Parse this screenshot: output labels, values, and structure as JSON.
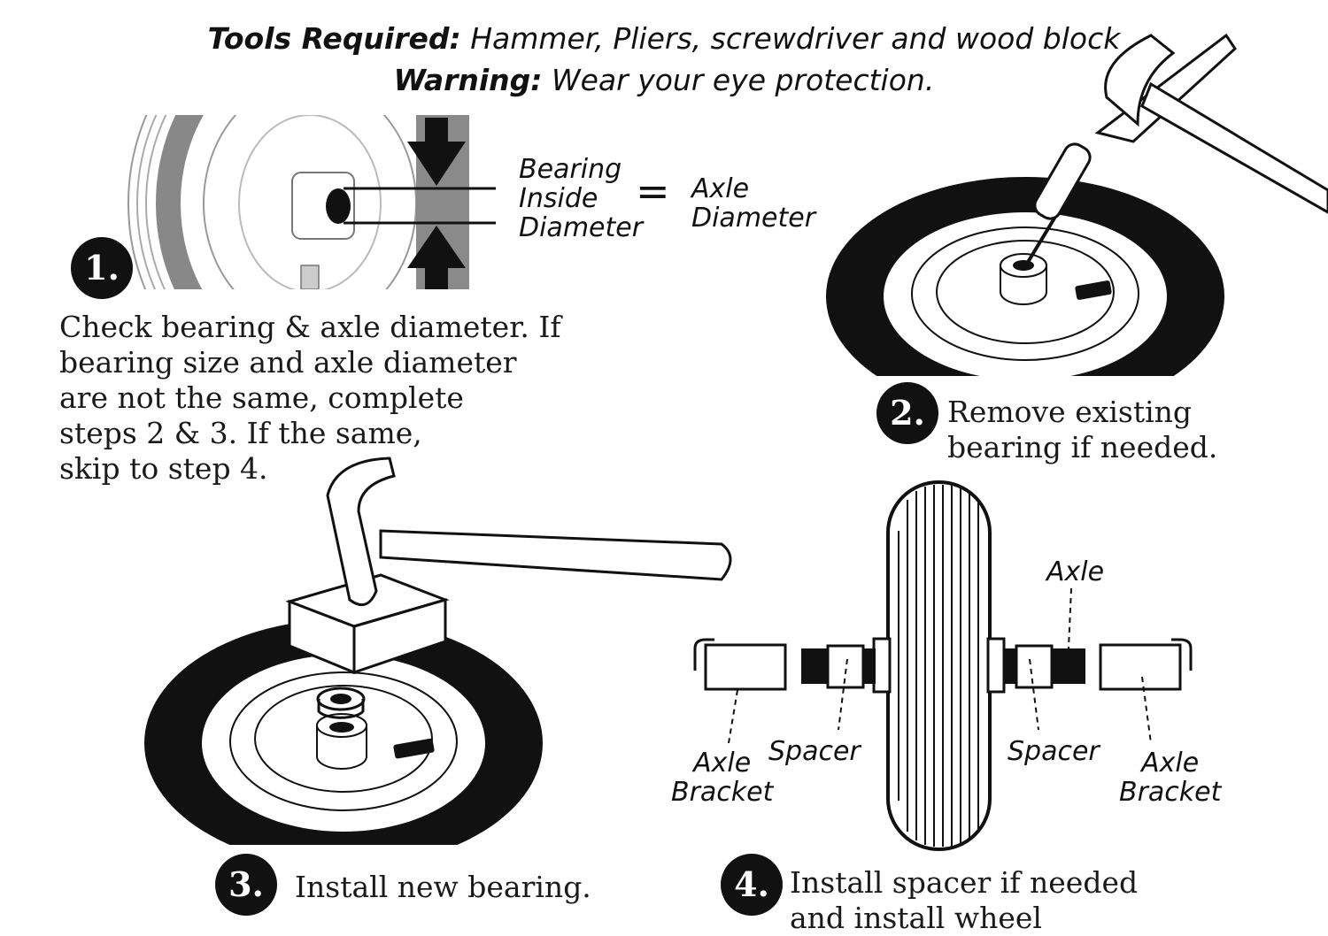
{
  "header": {
    "tools_label": "Tools Required:",
    "tools_text": "Hammer, Pliers, screwdriver and wood block",
    "warning_label": "Warning:",
    "warning_text": "Wear your eye protection."
  },
  "step1": {
    "number": "1.",
    "text_lines": [
      "Check bearing & axle diameter. If",
      "bearing size and axle diameter",
      "are not the same, complete",
      "steps 2 & 3. If the same,",
      "skip to step 4."
    ],
    "equation": {
      "left_lines": [
        "Bearing",
        "Inside",
        "Diameter"
      ],
      "equals": "=",
      "right_lines": [
        "Axle",
        "Diameter"
      ]
    }
  },
  "step2": {
    "number": "2.",
    "text_lines": [
      "Remove existing",
      "bearing if needed."
    ]
  },
  "step3": {
    "number": "3.",
    "text": "Install new bearing."
  },
  "step4": {
    "number": "4.",
    "text_lines": [
      "Install spacer if needed",
      "and install wheel"
    ],
    "labels": {
      "axle": "Axle",
      "spacer_left": "Spacer",
      "spacer_right": "Spacer",
      "axle_bracket_left": [
        "Axle",
        "Bracket"
      ],
      "axle_bracket_right": [
        "Axle",
        "Bracket"
      ]
    }
  },
  "icons": [
    "hammer-icon",
    "screwdriver-icon",
    "wood-block-icon",
    "wheel-icon",
    "bearing-icon",
    "arrow-down-icon",
    "arrow-up-icon"
  ]
}
